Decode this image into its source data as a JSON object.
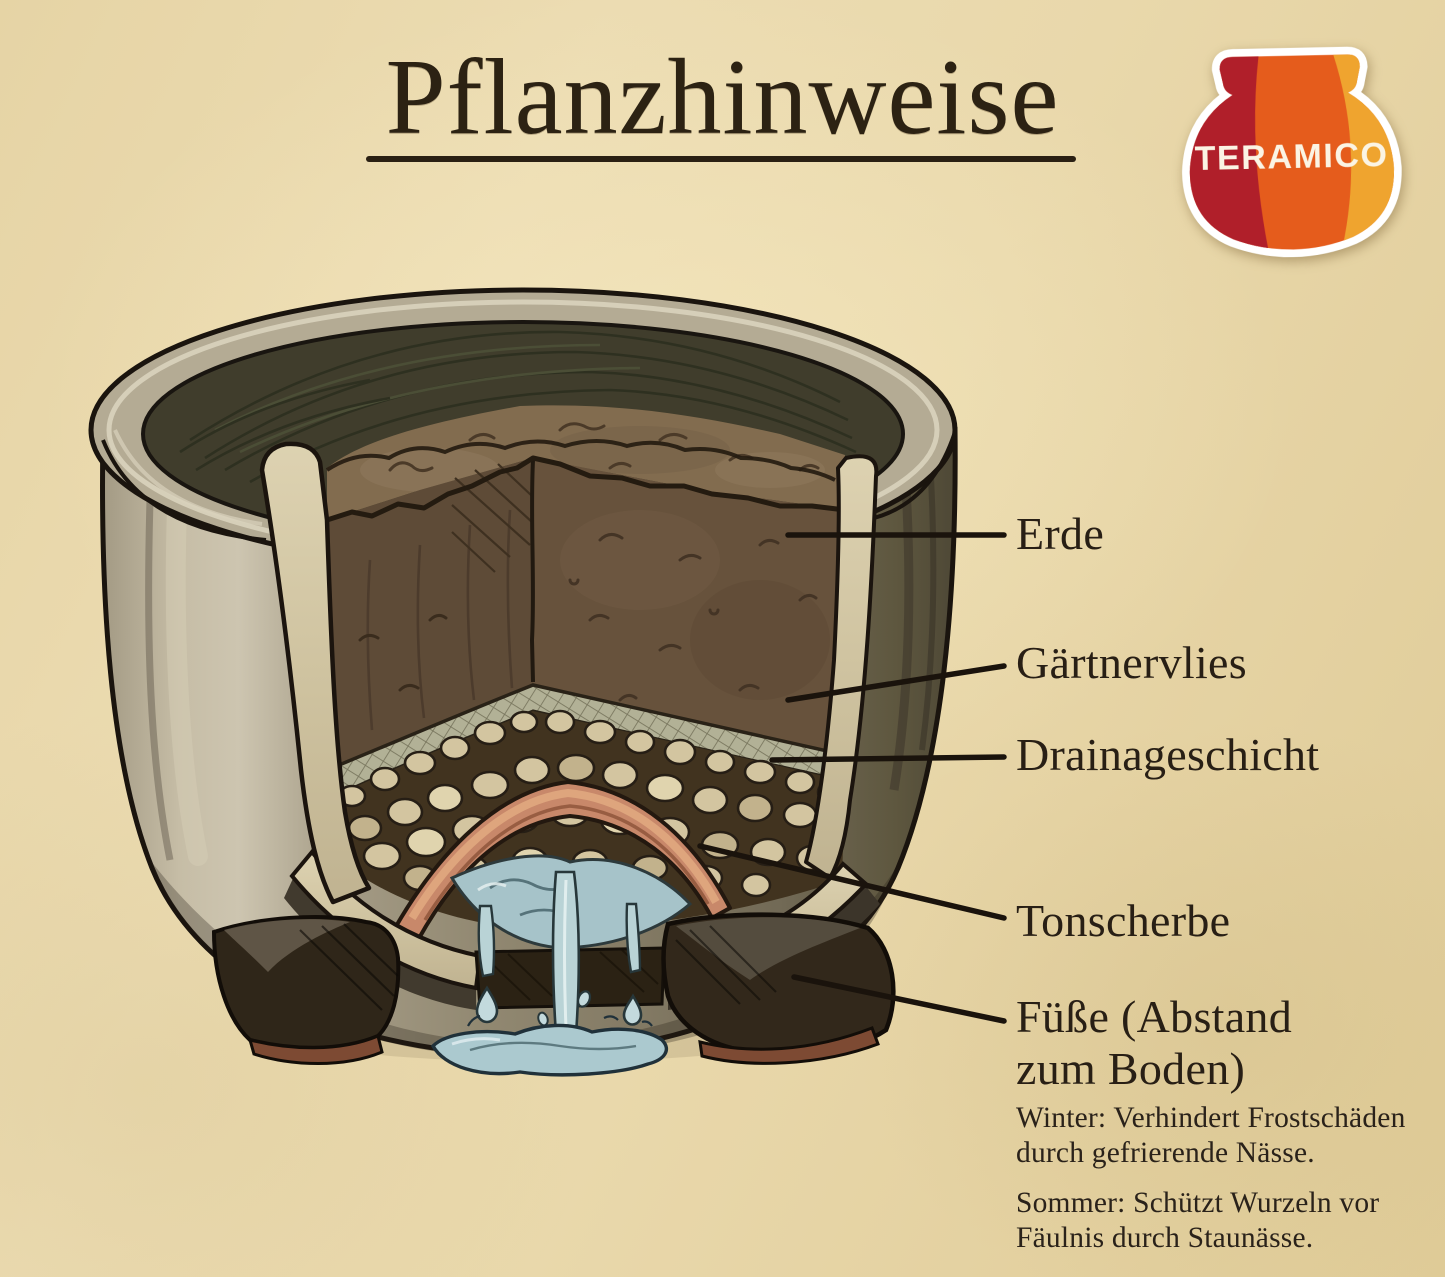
{
  "title": {
    "text": "Pflanzhinweise"
  },
  "logo": {
    "brand": "TERAMICO"
  },
  "diagram": {
    "labels": [
      {
        "id": "erde",
        "text": "Erde"
      },
      {
        "id": "gaertnervlies",
        "text": "Gärtnervlies"
      },
      {
        "id": "drainageschicht",
        "text": "Drainageschicht"
      },
      {
        "id": "tonscherbe",
        "text": "Tonscherbe"
      },
      {
        "id": "fuesse",
        "line1": "Füße (Abstand",
        "line2": "zum Boden)"
      }
    ],
    "notes": [
      {
        "id": "winter",
        "line1": "Winter: Verhindert Frostschäden",
        "line2": "durch gefrierende Nässe."
      },
      {
        "id": "sommer",
        "line1": "Sommer: Schützt Wurzeln vor",
        "line2": "Fäulnis durch Staunässe."
      }
    ]
  },
  "palette": {
    "background": "#e9d8ac",
    "ink": "#241b10",
    "pot_wall": "#958c76",
    "pot_wall_highlight": "#cdc5b0",
    "cut_edge": "#d6c9a5",
    "soil_face": "#5e4b37",
    "soil_top": "#826c4f",
    "fleece": "#b2b196",
    "stones": "#d3c5a0",
    "clay_shard": "#c8886a",
    "water": "#a6c3c9",
    "foot": "#30271a",
    "foot_base": "#7d4a33",
    "logo_red": "#b01f2a",
    "logo_orange": "#e55c1c",
    "logo_amber": "#efa42f"
  }
}
